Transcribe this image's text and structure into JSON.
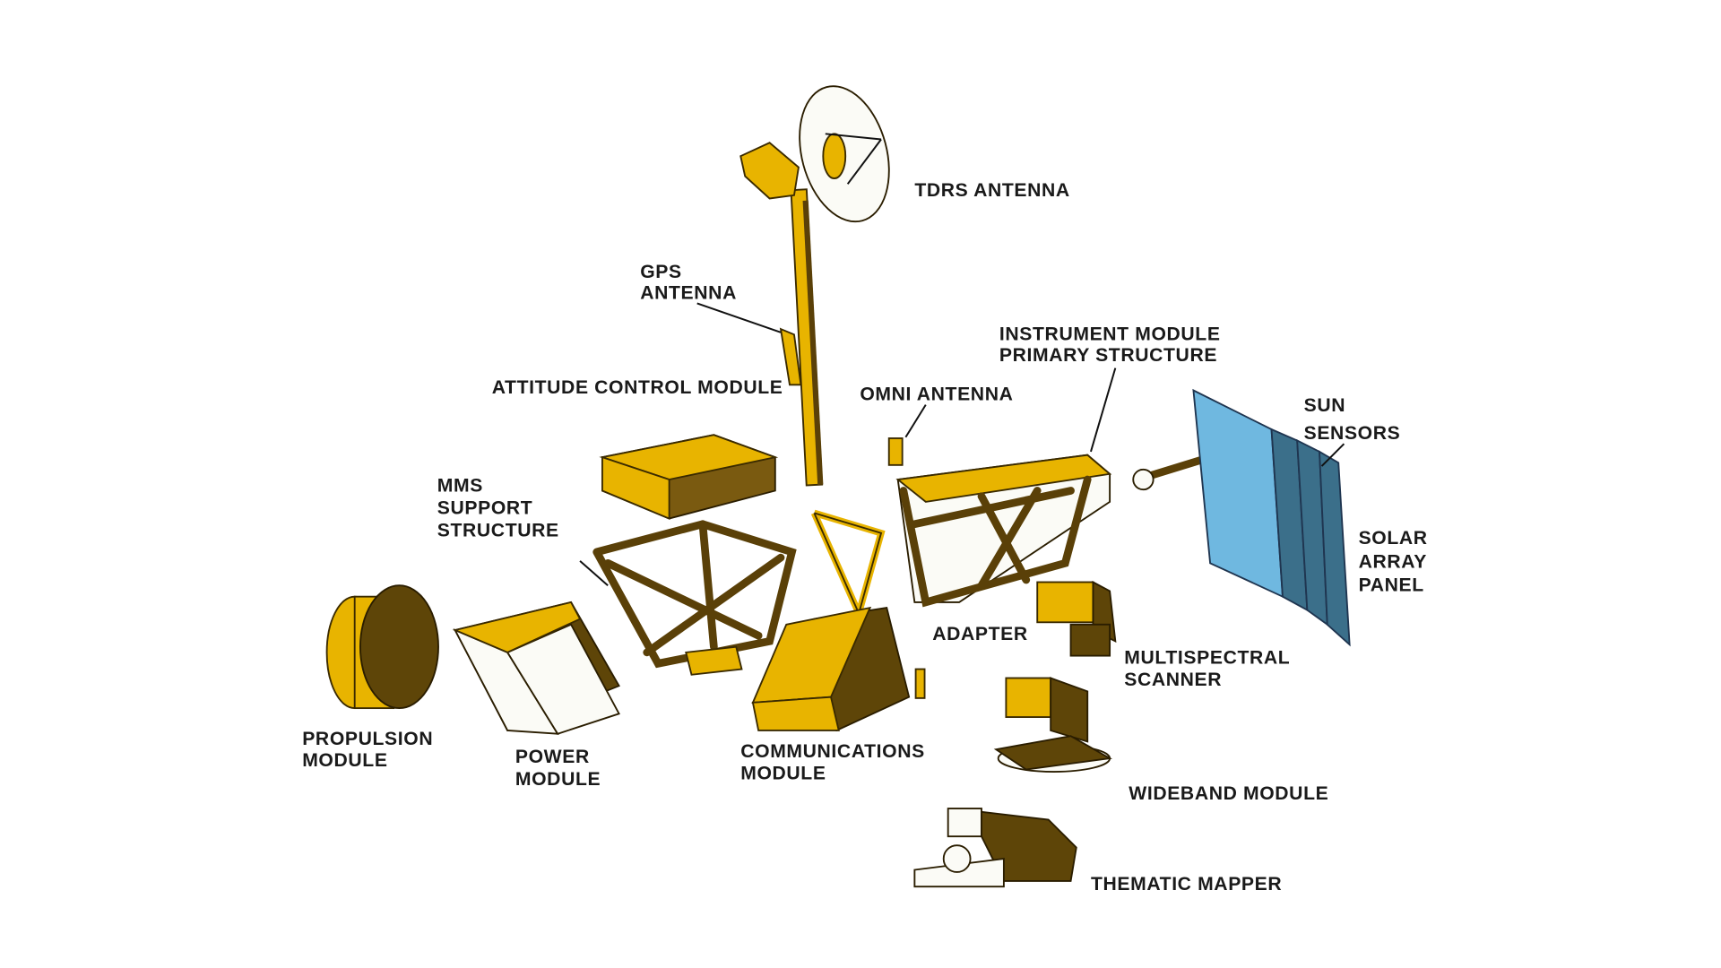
{
  "labels": {
    "tdrs_antenna": "TDRS ANTENNA",
    "gps_antenna": [
      "GPS",
      "ANTENNA"
    ],
    "attitude_control_module": "ATTITUDE CONTROL MODULE",
    "omni_antenna": "OMNI ANTENNA",
    "instrument_module": [
      "INSTRUMENT MODULE",
      "PRIMARY STRUCTURE"
    ],
    "sun_sensors": [
      "SUN",
      "SENSORS"
    ],
    "mms_support_structure": [
      "MMS",
      "SUPPORT",
      "STRUCTURE"
    ],
    "solar_array_panel": [
      "SOLAR",
      "ARRAY",
      "PANEL"
    ],
    "adapter": "ADAPTER",
    "multispectral_scanner": [
      "MULTISPECTRAL",
      "SCANNER"
    ],
    "propulsion_module": [
      "PROPULSION",
      "MODULE"
    ],
    "power_module": [
      "POWER",
      "MODULE"
    ],
    "communications_module": [
      "COMMUNICATIONS",
      "MODULE"
    ],
    "wideband_module": "WIDEBAND MODULE",
    "thematic_mapper": "THEMATIC MAPPER"
  },
  "colors": {
    "gold": "#e8b400",
    "brown": "#7a5a10",
    "solar": "#6fb8e0"
  }
}
